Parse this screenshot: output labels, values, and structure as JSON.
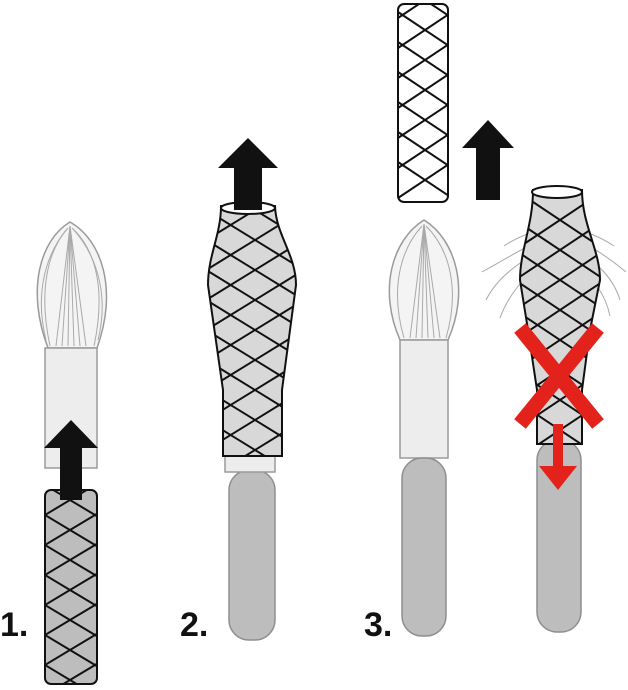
{
  "steps": [
    {
      "label": "1."
    },
    {
      "label": "2."
    },
    {
      "label": "3."
    }
  ],
  "colors": {
    "bristle": "#a9a9a9",
    "ferrule": "#ededed",
    "ferrule_outline": "#9a9a9a",
    "handle": "#bdbdbd",
    "handle_outline": "#8e8e8e",
    "mesh": "#111111",
    "arrow": "#111111",
    "warning": "#e3231b"
  },
  "icons": [
    "arrow-up-icon",
    "arrow-down-icon",
    "cross-icon"
  ]
}
